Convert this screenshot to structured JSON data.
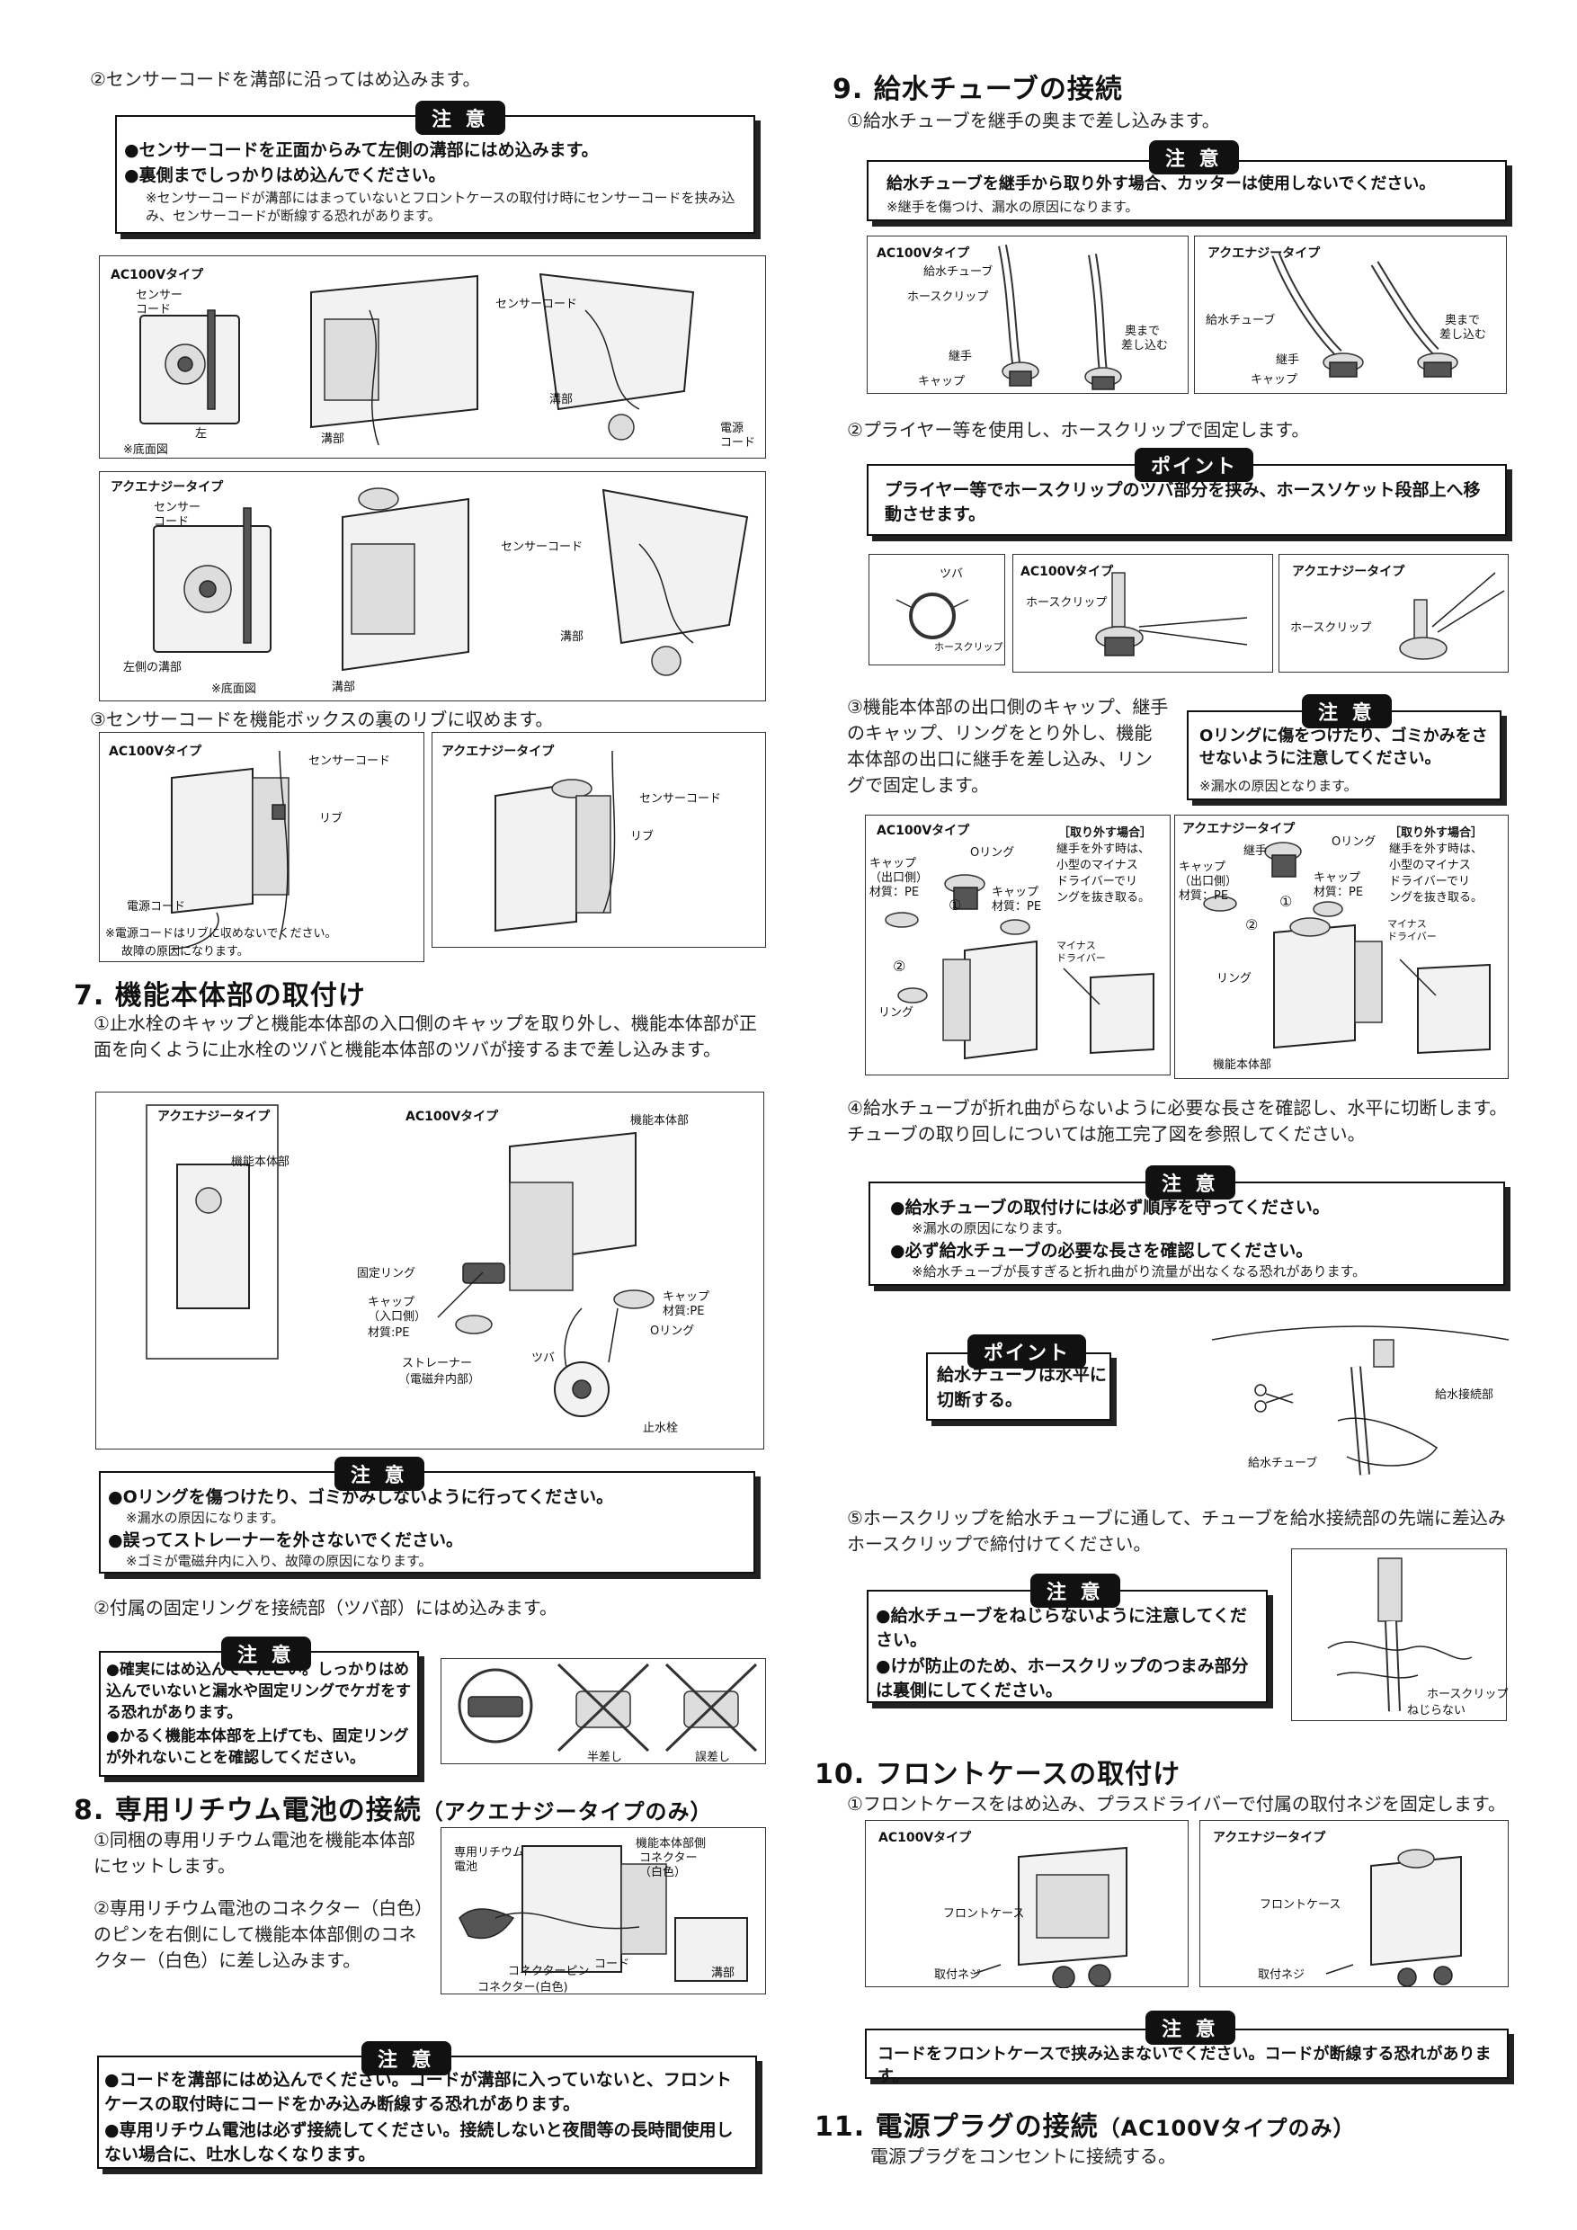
{
  "left": {
    "step6_2": "②センサーコードを溝部に沿ってはめ込みます。",
    "caution1": {
      "tag": "注 意",
      "b1": "●センサーコードを正面からみて左側の溝部にはめ込みます。",
      "b2": "●裏側までしっかりはめ込んでください。",
      "note": "※センサーコードが溝部にはまっていないとフロントケースの取付け時にセンサーコードを挟み込み、センサーコードが断線する恐れがあります。"
    },
    "fig1": {
      "title": "AC100Vタイプ",
      "l1": "センサー",
      "l2": "コード",
      "l3": "左",
      "l4": "※底面図",
      "l5": "溝部",
      "l6": "センサーコード",
      "l7": "溝部",
      "l8": "電源",
      "l9": "コード"
    },
    "fig2": {
      "title": "アクエナジータイプ",
      "l1": "センサー",
      "l2": "コード",
      "l3": "左側の溝部",
      "l4": "※底面図",
      "l5": "溝部",
      "l6": "センサーコード",
      "l7": "溝部"
    },
    "step6_3": "③センサーコードを機能ボックスの裏のリブに収めます。",
    "fig3a": {
      "title": "AC100Vタイプ",
      "l1": "センサーコード",
      "l2": "リブ",
      "l3": "電源コード",
      "n1": "※電源コードはリブに収めないでください。",
      "n2": "故障の原因になります。"
    },
    "fig3b": {
      "title": "アクエナジータイプ",
      "l1": "センサーコード",
      "l2": "リブ"
    },
    "sec7": {
      "title": "7. 機能本体部の取付け",
      "step1": "①止水栓のキャップと機能本体部の入口側のキャップを取り外し、機能本体部が正面を向くように止水栓のツバと機能本体部のツバが接するまで差し込みます。"
    },
    "fig4": {
      "t1": "アクエナジータイプ",
      "t2": "AC100Vタイプ",
      "l1": "機能本体部",
      "l2": "機能本体部",
      "l3": "固定リング",
      "l4": "キャップ",
      "l5": "（入口側）",
      "l6": "材質:PE",
      "l7": "キャップ",
      "l8": "材質:PE",
      "l9": "Oリング",
      "l10": "ストレーナー",
      "l11": "（電磁弁内部）",
      "l12": "ツバ",
      "l13": "止水栓"
    },
    "caution2": {
      "tag": "注 意",
      "b1": "●Oリングを傷つけたり、ゴミかみしないように行ってください。",
      "n1": "※漏水の原因になります。",
      "b2": "●誤ってストレーナーを外さないでください。",
      "n2": "※ゴミが電磁弁内に入り、故障の原因になります。"
    },
    "step7_2": "②付属の固定リングを接続部（ツバ部）にはめ込みます。",
    "caution3": {
      "tag": "注 意",
      "b1": "●確実にはめ込んでください。しっかりはめ込んでいないと漏水や固定リングでケガをする恐れがあります。",
      "b2": "●かるく機能本体部を上げても、固定リングが外れないことを確認してください。"
    },
    "fig5": {
      "l1": "半差し",
      "l2": "誤差し"
    },
    "sec8": {
      "title": "8. 専用リチウム電池の接続",
      "sub": "（アクエナジータイプのみ）",
      "s1": "①同梱の専用リチウム電池を機能本体部にセットします。",
      "s2": "②専用リチウム電池のコネクター（白色）のピンを右側にして機能本体部側のコネクター（白色）に差し込みます。"
    },
    "fig6": {
      "l1": "専用リチウム",
      "l2": "電池",
      "l3": "機能本体部側",
      "l4": "コネクター",
      "l5": "（白色）",
      "l6": "コネクターピン",
      "l7": "コネクター(白色)",
      "l8": "コード",
      "l9": "溝部"
    },
    "caution4": {
      "tag": "注 意",
      "b1": "●コードを溝部にはめ込んでください。コードが溝部に入っていないと、フロントケースの取付時にコードをかみ込み断線する恐れがあります。",
      "b2": "●専用リチウム電池は必ず接続してください。接続しないと夜間等の長時間使用しない場合に、吐水しなくなります。"
    }
  },
  "right": {
    "sec9": {
      "title": "9. 給水チューブの接続",
      "step1": "①給水チューブを継手の奥まで差し込みます。"
    },
    "caution5": {
      "tag": "注 意",
      "b1": "給水チューブを継手から取り外す場合、カッターは使用しないでください。",
      "n1": "※継手を傷つけ、漏水の原因になります。"
    },
    "fig7a": {
      "title": "AC100Vタイプ",
      "l1": "給水チューブ",
      "l2": "ホースクリップ",
      "l3": "継手",
      "l4": "キャップ",
      "l5": "奥まで",
      "l6": "差し込む"
    },
    "fig7b": {
      "title": "アクエナジータイプ",
      "l1": "給水チューブ",
      "l2": "継手",
      "l3": "キャップ",
      "l4": "奥まで",
      "l5": "差し込む"
    },
    "step2": "②プライヤー等を使用し、ホースクリップで固定します。",
    "point1": {
      "tag": "ポイント",
      "b1": "プライヤー等でホースクリップのツバ部分を挟み、ホースソケット段部上へ移動させます。"
    },
    "fig8a": {
      "l1": "ツバ",
      "l2": "ホースクリップ"
    },
    "fig8b": {
      "title": "AC100Vタイプ",
      "l1": "ホースクリップ"
    },
    "fig8c": {
      "title": "アクエナジータイプ",
      "l1": "ホースクリップ"
    },
    "step3": "③機能本体部の出口側のキャップ、継手のキャップ、リングをとり外し、機能本体部の出口に継手を差し込み、リングで固定します。",
    "caution6": {
      "tag": "注 意",
      "b1": "Oリングに傷をつけたり、ゴミかみをさせないように注意してください。",
      "n1": "※漏水の原因となります。"
    },
    "fig9a": {
      "title": "AC100Vタイプ",
      "h1": "［取り外す場合］",
      "h2": "継手を外す時は、",
      "h3": "小型のマイナス",
      "h4": "ドライバーでリ",
      "h5": "ングを抜き取る。",
      "l1": "Oリング",
      "l2": "キャップ",
      "l3": "（出口側）",
      "l4": "材質：PE",
      "l5": "キャップ",
      "l6": "材質：PE",
      "l7": "マイナス",
      "l8": "ドライバー",
      "l9": "リング",
      "c1": "①",
      "c2": "②"
    },
    "fig9b": {
      "title": "アクエナジータイプ",
      "h1": "［取り外す場合］",
      "h2": "継手を外す時は、",
      "h3": "小型のマイナス",
      "h4": "ドライバーでリ",
      "h5": "ングを抜き取る。",
      "l1": "Oリング",
      "l2": "継手",
      "l3": "キャップ",
      "l4": "（出口側）",
      "l5": "材質：PE",
      "l6": "キャップ",
      "l7": "材質：PE",
      "l8": "マイナス",
      "l9": "ドライバー",
      "l10": "リング",
      "l11": "機能本体部",
      "c1": "①",
      "c2": "②"
    },
    "step4": "④給水チューブが折れ曲がらないように必要な長さを確認し、水平に切断します。チューブの取り回しについては施工完了図を参照してください。",
    "caution7": {
      "tag": "注 意",
      "b1": "●給水チューブの取付けには必ず順序を守ってください。",
      "n1": "※漏水の原因になります。",
      "b2": "●必ず給水チューブの必要な長さを確認してください。",
      "n2": "※給水チューブが長すぎると折れ曲がり流量が出なくなる恐れがあります。"
    },
    "point2": {
      "tag": "ポイント",
      "b1": "給水チューブは水平に",
      "b2": "切断する。"
    },
    "fig10": {
      "l1": "給水接続部",
      "l2": "給水チューブ"
    },
    "step5": "⑤ホースクリップを給水チューブに通して、チューブを給水接続部の先端に差込みホースクリップで締付けてください。",
    "caution8": {
      "tag": "注 意",
      "b1": "●給水チューブをねじらないように注意してください。",
      "b2": "●けが防止のため、ホースクリップのつまみ部分は裏側にしてください。"
    },
    "fig11": {
      "l1": "ホースクリップ",
      "l2": "ねじらない"
    },
    "sec10": {
      "title": "10. フロントケースの取付け",
      "step1": "①フロントケースをはめ込み、プラスドライバーで付属の取付ネジを固定します。"
    },
    "fig12a": {
      "title": "AC100Vタイプ",
      "l1": "フロントケース",
      "l2": "取付ネジ"
    },
    "fig12b": {
      "title": "アクエナジータイプ",
      "l1": "フロントケース",
      "l2": "取付ネジ"
    },
    "caution9": {
      "tag": "注 意",
      "b1": "コードをフロントケースで挟み込まないでください。コードが断線する恐れがあります。"
    },
    "sec11": {
      "title": "11. 電源プラグの接続",
      "sub": "（AC100Vタイプのみ）",
      "step1": "電源プラグをコンセントに接続する。"
    }
  }
}
